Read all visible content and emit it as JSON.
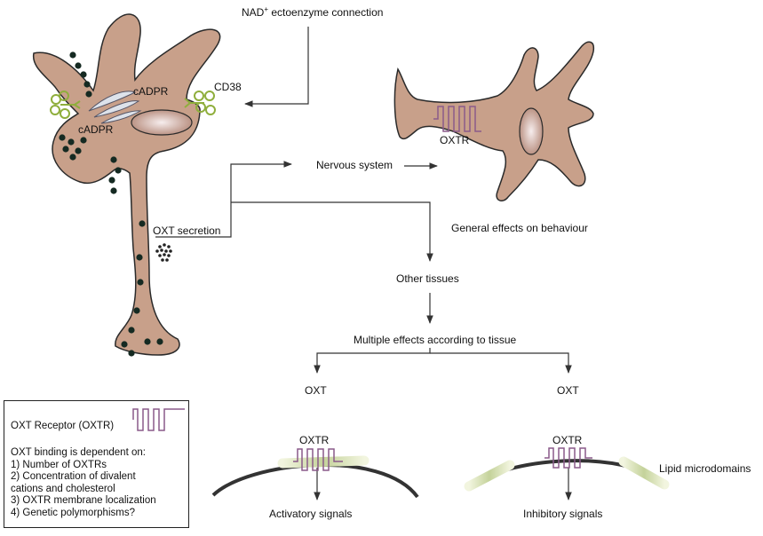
{
  "labels": {
    "nad_prefix": "NAD",
    "nad_sup": "+",
    "nad_suffix": " ectoenzyme connection",
    "cd38": "CD38",
    "cadpr_top": "cADPR",
    "cadpr_left": "cADPR",
    "oxtr_neuron": "OXTR",
    "nervous_system": "Nervous system",
    "general_effects": "General effects on behaviour",
    "oxt_secretion": "OXT secretion",
    "other_tissues": "Other tissues",
    "multiple_effects": "Multiple effects according to tissue",
    "oxt_left": "OXT",
    "oxt_right": "OXT",
    "oxtr_left": "OXTR",
    "oxtr_right": "OXTR",
    "lipid_microdomains": "Lipid microdomains",
    "activatory_signals": "Activatory signals",
    "inhibitory_signals": "Inhibitory signals"
  },
  "legend": {
    "title": "OXT Receptor (OXTR)",
    "intro": "OXT binding is dependent on:",
    "items": [
      "1) Number of OXTRs",
      "2) Concentration of divalent\ncations and cholesterol",
      "3) OXTR membrane localization",
      "4) Genetic polymorphisms?"
    ]
  },
  "colors": {
    "cell_fill": "#c8a08a",
    "cell_stroke": "#2a2a2a",
    "vesicle": "#152a22",
    "receptor": "#8a5a8a",
    "cd38": "#8fae3c",
    "lipid": "#c4d29a",
    "arrow": "#333333"
  }
}
